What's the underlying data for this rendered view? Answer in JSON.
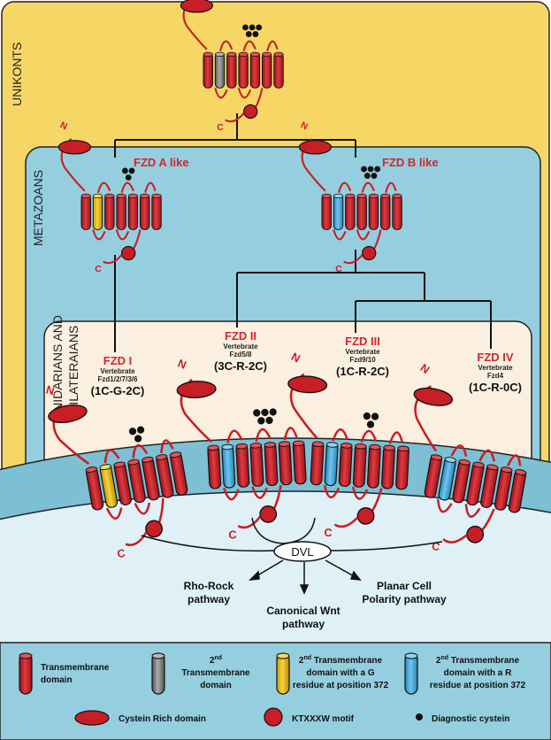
{
  "colors": {
    "unikonts_bg": "#f6d766",
    "metazoa_bg": "#95cedf",
    "cnidarian_bg": "#fbefdf",
    "cell_interior": "#dff0f6",
    "membrane": "#7dbfd3",
    "legend_bg": "#95cedf",
    "red_tm": "#d52b32",
    "gray_tm": "#8c8c8c",
    "yellow_tm": "#f1c40f",
    "blue_tm": "#4ab1e2",
    "crd": "#c81e25",
    "diag": "#111111",
    "label_red": "#d5252d"
  },
  "clades": {
    "unikonts": "UNIKONTS",
    "metazoans": "METAZOANS",
    "cnidarians_line1": "CNIDARIANS AND",
    "cnidarians_line2": "BILATERAIANS"
  },
  "groups": {
    "fzd_a": "FZD A like",
    "fzd_b": "FZD B like"
  },
  "receptors": [
    {
      "name": "FZD I",
      "species": "Vertebrate",
      "members": "Fzd1/2/7/3/6",
      "code": "(1C-G-2C)"
    },
    {
      "name": "FZD II",
      "species": "Vertebrate",
      "members": "Fzd5/8",
      "code": "(3C-R-2C)"
    },
    {
      "name": "FZD III",
      "species": "Vertebrate",
      "members": "Fzd9/10",
      "code": "(1C-R-2C)"
    },
    {
      "name": "FZD IV",
      "species": "Vertebrate",
      "members": "Fzd4",
      "code": "(1C-R-0C)"
    }
  ],
  "termini": {
    "n": "N",
    "c": "C"
  },
  "signaling": {
    "dvl": "DVL",
    "rho_line1": "Rho-Rock",
    "rho_line2": "pathway",
    "wnt_line1": "Canonical Wnt",
    "wnt_line2": "pathway",
    "pcp_line1": "Planar Cell",
    "pcp_line2": "Polarity pathway"
  },
  "legend": {
    "tm": [
      "Transmembrane",
      "domain"
    ],
    "tm2_sup": "nd",
    "tm2": [
      "2",
      "Transmembrane",
      "domain"
    ],
    "tm2g": [
      "2",
      "Transmembrane",
      "domain with a G",
      "residue at position 372"
    ],
    "tm2r": [
      "2",
      "Transmembrane",
      "domain with a R",
      "residue at position 372"
    ],
    "crd": "Cystein Rich domain",
    "motif": "KTXXXW motif",
    "diag": "Diagnostic cystein"
  }
}
